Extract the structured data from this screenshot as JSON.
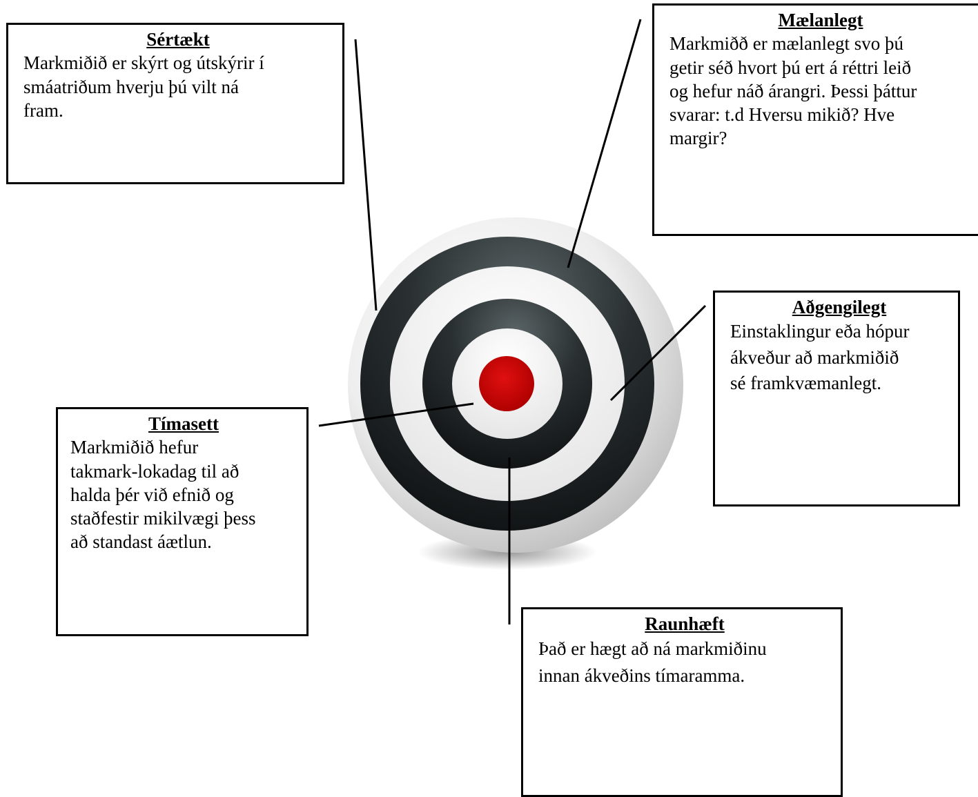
{
  "colors": {
    "ring_dark": "#1e2426",
    "ring_light": "#f4f4f4",
    "bullseye": "#c40000",
    "border": "#000000"
  },
  "boxes": {
    "sertaekt": {
      "title": "Sértækt",
      "text": "Markmiðið er skýrt og útskýrir í\nsmáatriðum hverju þú vilt ná\nfram."
    },
    "maelanlegt": {
      "title": "Mælanlegt",
      "text": "Markmiðð er mælanlegt svo þú\ngetir séð hvort þú ert á réttri leið\nog hefur náð árangri. Þessi þáttur\nsvarar: t.d Hversu mikið? Hve\nmargir?"
    },
    "adgengilegt": {
      "title": "Aðgengilegt",
      "text": "Einstaklingur eða hópur\nákveður  að markmiðið\nsé framkvæmanlegt."
    },
    "timasett": {
      "title": "Tímasett",
      "text": "Markmiðið hefur\ntakmark-lokadag til að\nhalda þér við efnið og\nstaðfestir mikilvægi þess\nað standast áætlun."
    },
    "raunhaeft": {
      "title": "Raunhæft",
      "text": "Það er hægt að ná markmiðinu\ninnan ákveðins tímaramma."
    }
  }
}
